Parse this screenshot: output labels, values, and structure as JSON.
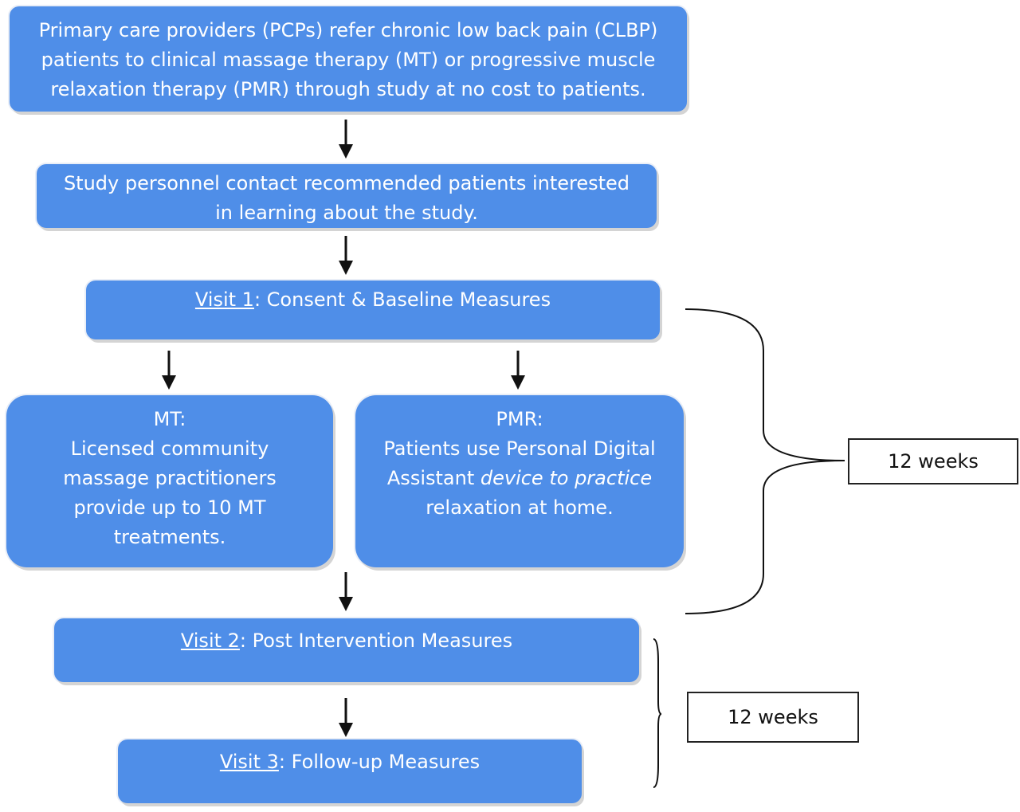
{
  "referral": {
    "lines": [
      "Primary care providers (PCPs) refer chronic low back pain (CLBP)",
      "patients to clinical massage therapy (MT) or progressive muscle",
      "relaxation therapy (PMR) through study at no cost to patients."
    ]
  },
  "contact": {
    "lines": [
      "Study personnel contact recommended patients interested",
      "in learning about the study."
    ]
  },
  "visit1": {
    "link": "Visit 1",
    "text": ": Consent & Baseline Measures"
  },
  "mt": {
    "title": "MT:",
    "lines": [
      "Licensed community",
      "massage practitioners",
      "provide up to 10 MT",
      "treatments."
    ]
  },
  "pmr": {
    "title": "PMR:",
    "line1": "Patients use Personal Digital",
    "line2_a": "Assistant ",
    "line2_b": "device",
    "line2_c": " to ",
    "line2_d": "practice",
    "line3": "relaxation at home."
  },
  "visit2": {
    "link": "Visit 2",
    "text": ": Post Intervention Measures"
  },
  "visit3": {
    "link": "Visit 3",
    "text": ": Follow-up Measures"
  },
  "duration_top": "12 weeks",
  "duration_bottom": "12 weeks",
  "colors": {
    "box_fill": "#4f8ee8",
    "arrow": "#111111"
  }
}
